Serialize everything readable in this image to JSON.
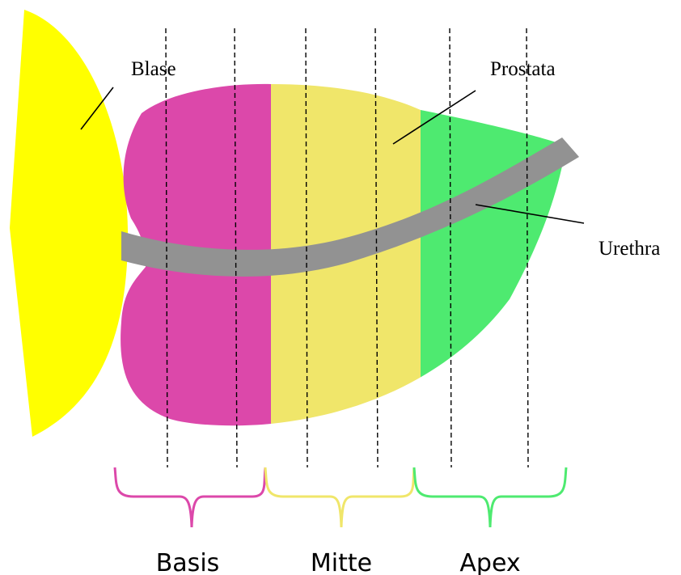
{
  "labels": {
    "bladder": "Blase",
    "prostate": "Prostata",
    "urethra": "Urethra"
  },
  "zones": {
    "base": "Basis",
    "middle": "Mitte",
    "apex": "Apex"
  },
  "colors": {
    "bladder": "#ffff00",
    "base": "#dc48aa",
    "middle": "#f0e66a",
    "apex": "#4eea70",
    "urethra": "#929292"
  }
}
